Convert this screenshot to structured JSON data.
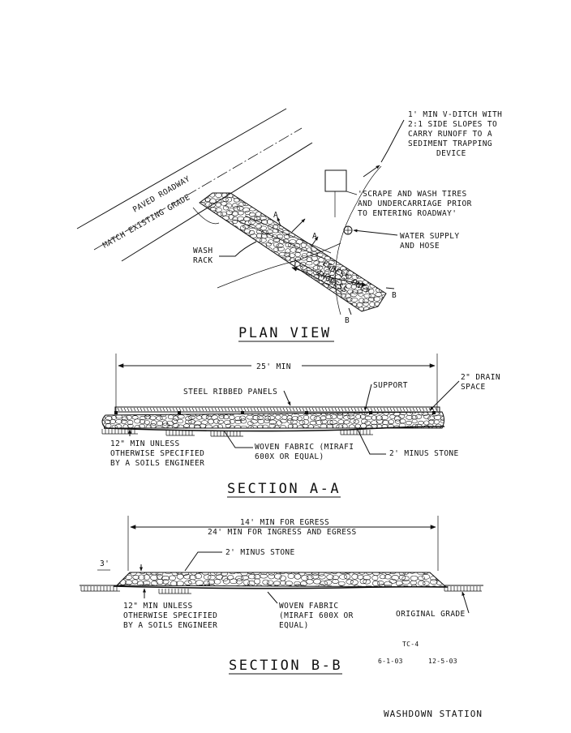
{
  "plan_view": {
    "title": "PLAN VIEW",
    "paved_roadway": "PAVED ROADWAY",
    "match_existing_grade": "MATCH EXISTING GRADE",
    "wash_rack": [
      "WASH",
      "RACK"
    ],
    "egress_only": "EGRESS ONLY",
    "ingress": "INGRESS",
    "ditch_note": [
      "1' MIN V-DITCH WITH",
      "2:1 SIDE SLOPES TO",
      "CARRY RUNOFF TO A",
      "SEDIMENT TRAPPING",
      "DEVICE"
    ],
    "sign_note": [
      "'SCRAPE AND WASH TIRES",
      "AND UNDERCARRIAGE PRIOR",
      "TO ENTERING ROADWAY'"
    ],
    "water_note": [
      "WATER SUPPLY",
      "AND HOSE"
    ],
    "section_a": "A",
    "section_b": "B"
  },
  "section_a": {
    "title": "SECTION A-A",
    "length": "25' MIN",
    "panels": "STEEL RIBBED PANELS",
    "support": "SUPPORT",
    "drain": [
      "2\" DRAIN",
      "SPACE"
    ],
    "depth_note": [
      "12\" MIN UNLESS",
      "OTHERWISE SPECIFIED",
      "BY A SOILS ENGINEER"
    ],
    "fabric": [
      "WOVEN FABRIC (MIRAFI",
      "600X OR EQUAL)"
    ],
    "stone": "2' MINUS STONE"
  },
  "section_b": {
    "title": "SECTION B-B",
    "width": [
      "14' MIN FOR EGRESS",
      "24' MIN FOR INGRESS AND EGRESS"
    ],
    "stone": "2' MINUS STONE",
    "rise": "3'",
    "depth_note": [
      "12\" MIN UNLESS",
      "OTHERWISE SPECIFIED",
      "BY A SOILS ENGINEER"
    ],
    "fabric": [
      "WOVEN FABRIC",
      "(MIRAFI 600X OR",
      "EQUAL)"
    ],
    "original_grade": "ORIGINAL GRADE"
  },
  "title_block": {
    "code": "TC-4",
    "date_1": "6-1-03",
    "date_2": "12-5-03",
    "sheet_title": "WASHDOWN STATION"
  }
}
